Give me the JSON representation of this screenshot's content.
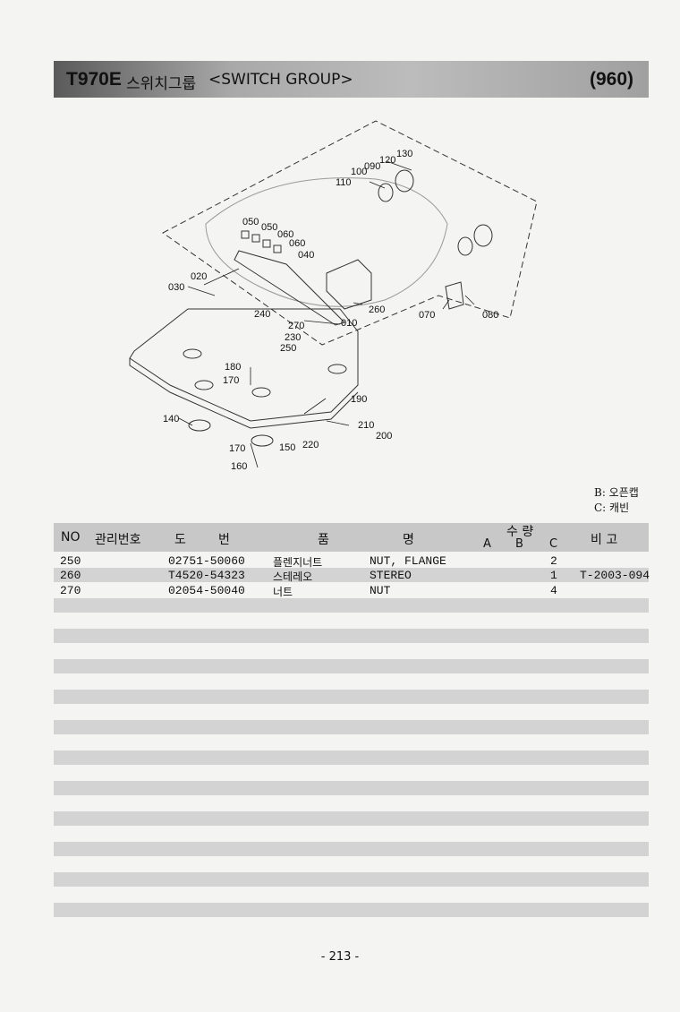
{
  "header": {
    "model": "T970E",
    "title_kr": "스위치그룹",
    "title_en": "<SWITCH GROUP>",
    "group_no": "(960)"
  },
  "diagram": {
    "callouts": [
      "130",
      "120",
      "090",
      "100",
      "110",
      "050",
      "050",
      "060",
      "060",
      "040",
      "020",
      "030",
      "240",
      "270",
      "230",
      "250",
      "010",
      "260",
      "070",
      "080",
      "180",
      "170",
      "190",
      "140",
      "210",
      "200",
      "220",
      "170",
      "150",
      "160"
    ]
  },
  "legend": {
    "b": "B: 오픈캡",
    "c": "C: 캐빈"
  },
  "table": {
    "headers": {
      "no": "NO",
      "mgmt_no": "관리번호",
      "do": "도",
      "beon": "번",
      "pum": "품",
      "myeong": "명",
      "qty_kr": "수 량",
      "a": "A",
      "b": "B",
      "c": "C",
      "remarks": "비 고"
    },
    "rows": [
      {
        "no": "250",
        "mgmt": "",
        "part": "02751-50060",
        "name_kr": "플렌지너트",
        "name_en": "NUT, FLANGE",
        "qty": "2",
        "remarks": ""
      },
      {
        "no": "260",
        "mgmt": "",
        "part": "T4520-54323",
        "name_kr": "스테레오",
        "name_en": "STEREO",
        "qty": "1",
        "remarks": "T-2003-094"
      },
      {
        "no": "270",
        "mgmt": "",
        "part": "02054-50040",
        "name_kr": "너트",
        "name_en": "NUT",
        "qty": "4",
        "remarks": ""
      }
    ]
  },
  "page_number": "- 213 -"
}
